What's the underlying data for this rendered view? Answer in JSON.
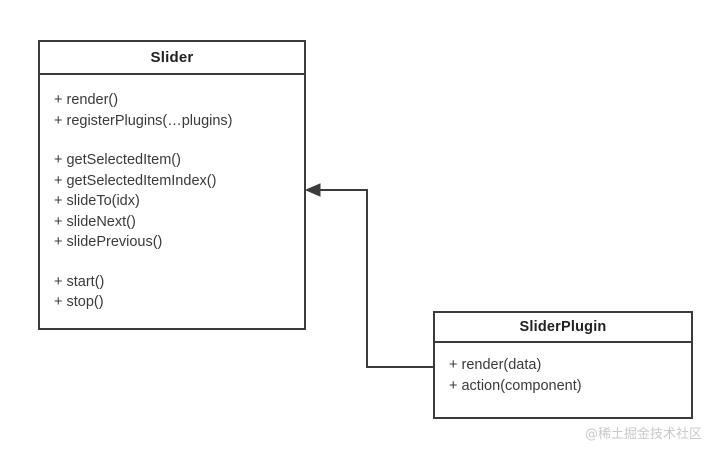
{
  "diagram": {
    "type": "uml-class-diagram",
    "background_color": "#ffffff",
    "border_color": "#3b3b3b",
    "text_color": "#3a3a3a",
    "classes": [
      {
        "id": "slider",
        "name": "Slider",
        "groups": [
          {
            "members": [
              "+ render()",
              "+ registerPlugins(…plugins)"
            ]
          },
          {
            "members": [
              "+ getSelectedItem()",
              "+ getSelectedItemIndex()",
              "+ slideTo(idx)",
              "+ slideNext()",
              "+ slidePrevious()"
            ]
          },
          {
            "members": [
              "+ start()",
              "+ stop()"
            ]
          }
        ]
      },
      {
        "id": "sliderplugin",
        "name": "SliderPlugin",
        "groups": [
          {
            "members": [
              "+ render(data)",
              "+ action(component)"
            ]
          }
        ]
      }
    ],
    "relationship": {
      "name": "association-arrow",
      "from": "SliderPlugin",
      "to": "Slider",
      "arrow_style": "solid-filled-triangle",
      "line_color": "#3b3b3b"
    }
  },
  "watermark": {
    "text": "@稀土掘金技术社区",
    "color": "#c9c9c9"
  }
}
